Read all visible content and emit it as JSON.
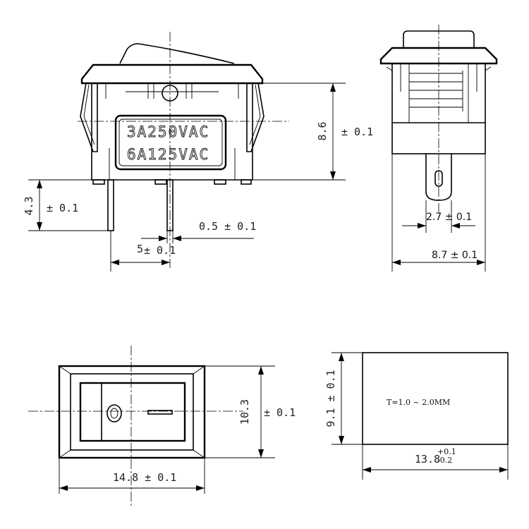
{
  "front_view": {
    "marking_line1": "3A250VAC",
    "marking_line2": "6A125VAC",
    "height_dim": "8.6",
    "height_tol": "± 0.1",
    "terminal_dim": "4.3",
    "terminal_tol": "± 0.1",
    "terminal_thickness": "0.5 ± 0.1",
    "pitch_dim": "5",
    "pitch_tol": "± 0.1"
  },
  "side_view": {
    "terminal_width": "2.7 ± 0.1",
    "body_width": "8.7 ± 0.1"
  },
  "top_view": {
    "width_dim": "14.8 ± 0.1",
    "height_dim": "10.3",
    "height_tol": "± 0.1"
  },
  "panel_cutout": {
    "height_dim": "9.1 ± 0.1",
    "width_dim": "13.8",
    "width_tol_plus": "+0.1",
    "width_tol_minus": "-0.2",
    "thickness_note": "T=1.0 ~ 2.0MM"
  }
}
